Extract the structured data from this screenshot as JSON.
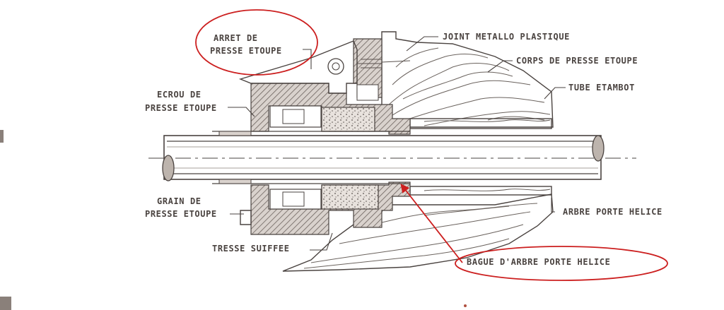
{
  "labels": {
    "arret_line1": "ARRET DE",
    "arret_line2": "PRESSE ETOUPE",
    "joint": "JOINT METALLO PLASTIQUE",
    "corps": "CORPS DE PRESSE ETOUPE",
    "tube": "TUBE ETAMBOT",
    "ecrou_line1": "ECROU DE",
    "ecrou_line2": "PRESSE ETOUPE",
    "grain_line1": "GRAIN DE",
    "grain_line2": "PRESSE ETOUPE",
    "tresse": "TRESSE SUIFFEE",
    "arbre": "ARBRE PORTE HELICE",
    "bague": "BAGUE D'ARBRE PORTE HELICE"
  },
  "colors": {
    "ink": "#4a4340",
    "highlight": "#cc1f1f",
    "paper": "#ffffff"
  }
}
